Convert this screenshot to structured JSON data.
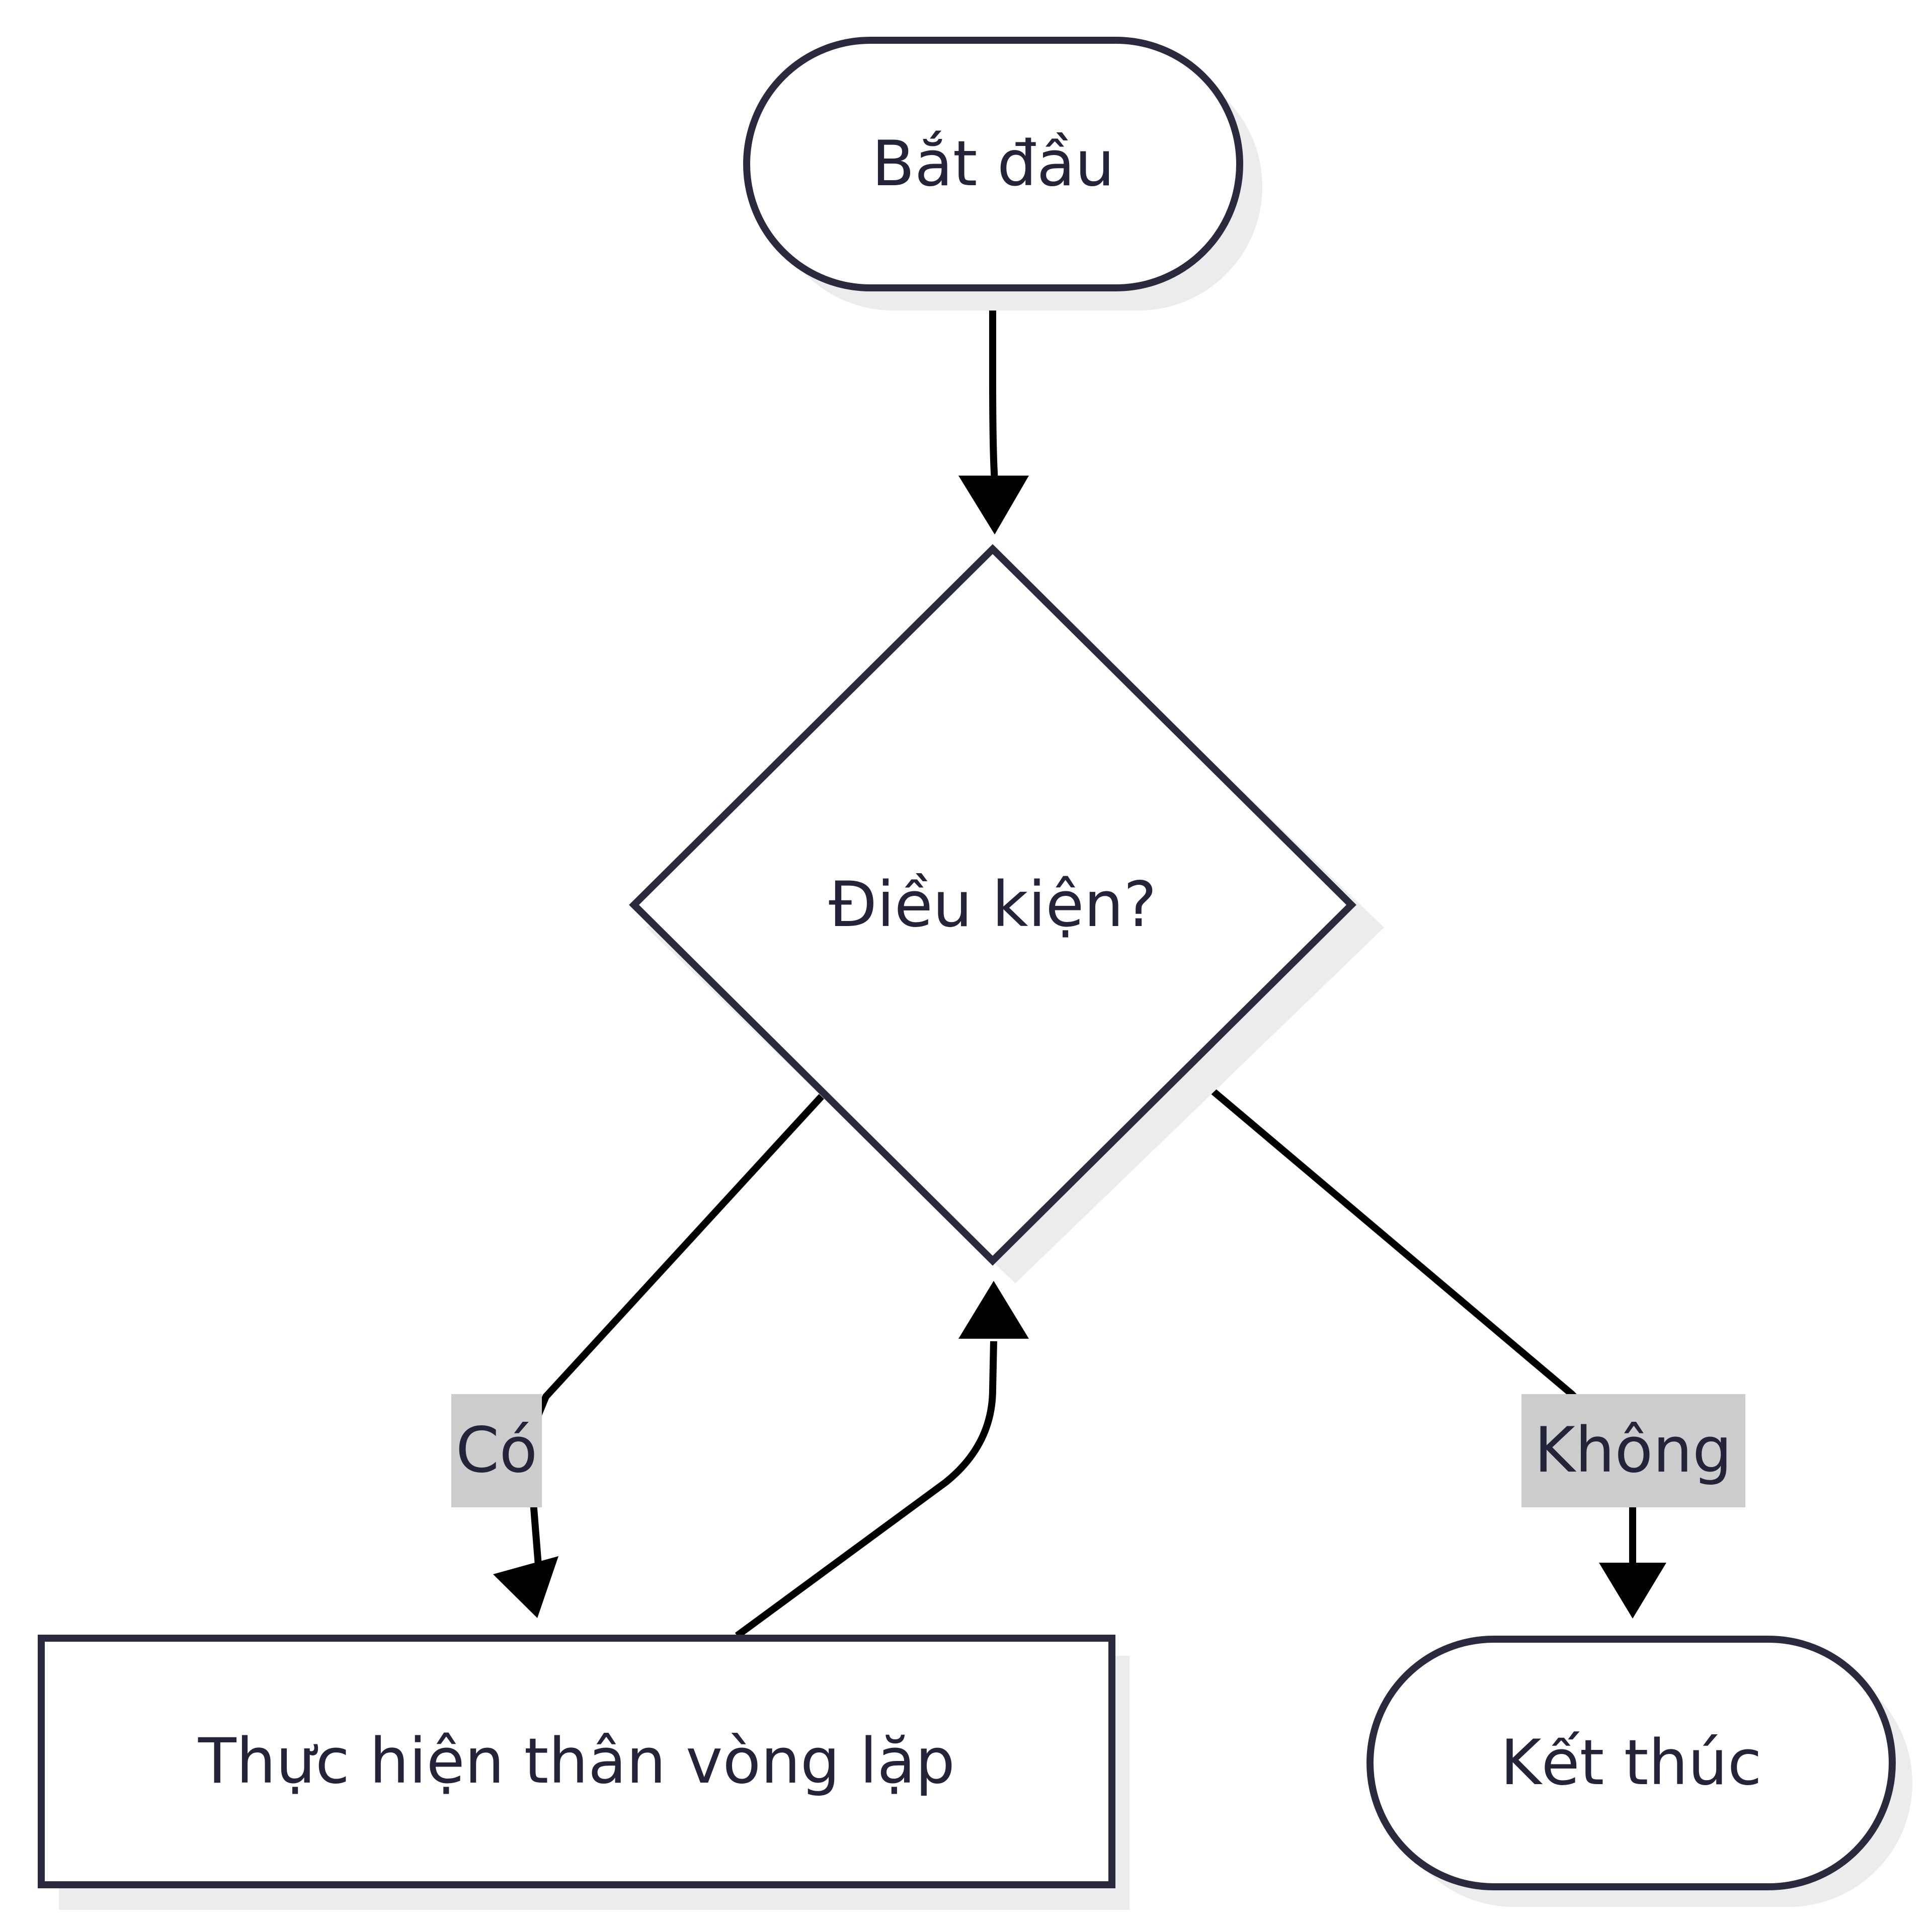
{
  "nodes": {
    "start": {
      "label": "Bắt đầu"
    },
    "condition": {
      "label": "Điều kiện?"
    },
    "body": {
      "label": "Thực hiện thân vòng lặp"
    },
    "end": {
      "label": "Kết thúc"
    }
  },
  "edges": {
    "yes": {
      "label": "Có"
    },
    "no": {
      "label": "Không"
    }
  },
  "colors": {
    "node_stroke": "#2a2a3e",
    "text": "#23233a",
    "edge": "#000000",
    "label_bg": "#cccccc",
    "shadow": "#ececec"
  }
}
